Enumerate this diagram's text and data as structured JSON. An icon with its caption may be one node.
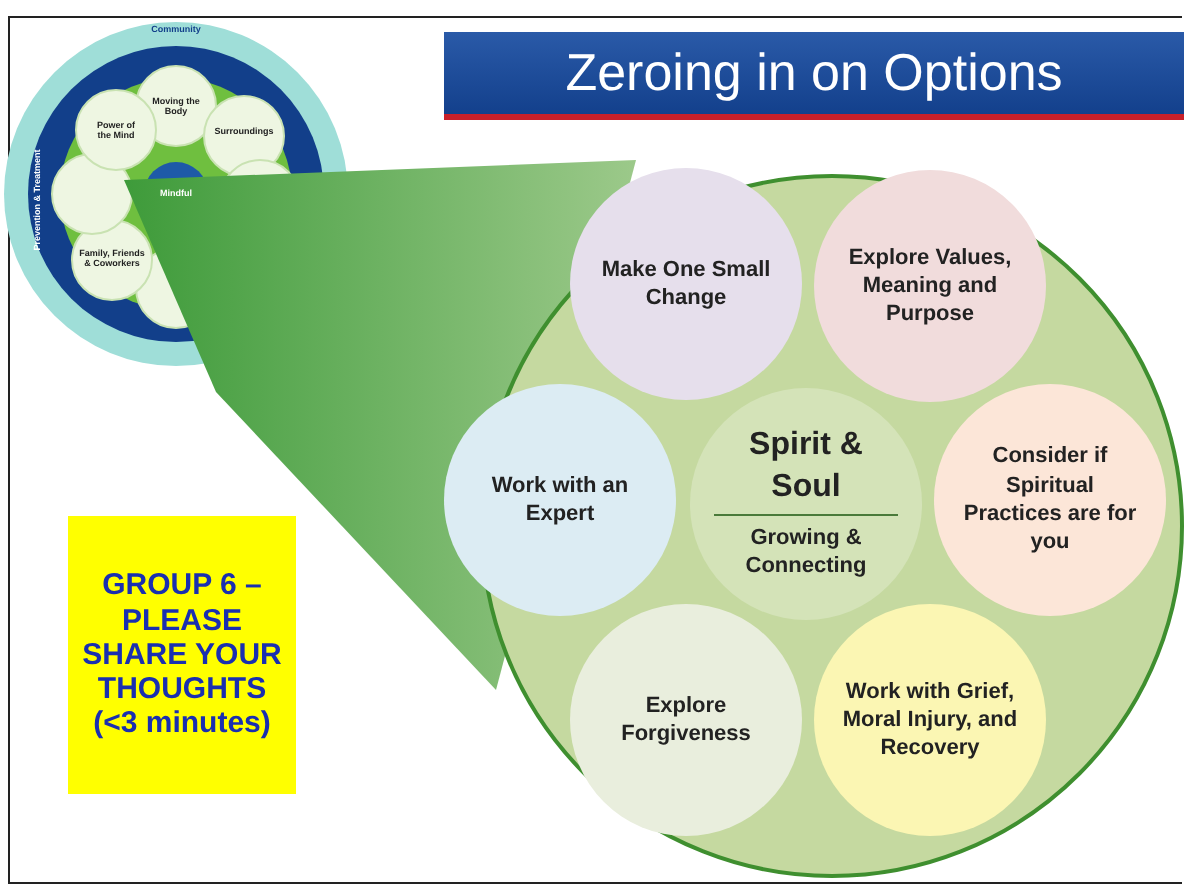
{
  "diagram": {
    "title": "Zeroing in on Options",
    "nodes": [
      {
        "text": [],
        "shape": "circle"
      },
      {
        "text": [
          "Make One Small Change"
        ],
        "in": 0
      },
      {
        "text": [
          "Explore Values, Meaning and Purpose"
        ],
        "in": 0
      },
      {
        "text": [
          "Work with an Expert"
        ],
        "in": 0
      },
      {
        "text": [
          "Spirit & Soul",
          "Growing & Connecting"
        ],
        "in": 0
      },
      {
        "text": [
          "Consider if Spiritual Practices are for you"
        ],
        "in": 0
      },
      {
        "text": [
          "Explore Forgiveness"
        ],
        "in": 0
      },
      {
        "text": [
          "Work with Grief, Moral Injury, and Recovery"
        ],
        "in": 0
      },
      {
        "text": [
          "GROUP 6 – PLEASE SHARE YOUR THOUGHTS (<3 minutes)"
        ]
      }
    ],
    "edges": [],
    "labels": [
      "Community",
      "Moving the Body",
      "Power of the Mind",
      "Surroundings",
      "Mindful",
      "Family, Friends & Coworkers",
      "Prevention & Treatment"
    ]
  }
}
